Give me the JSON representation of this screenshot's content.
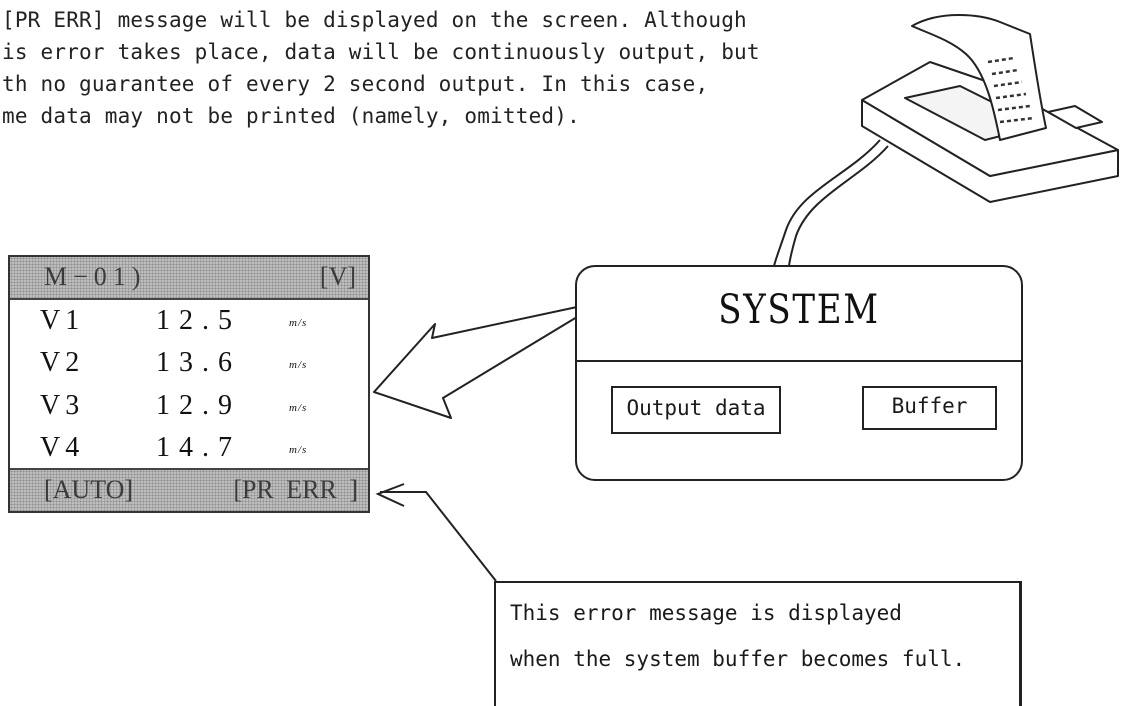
{
  "intro": {
    "lines": [
      "[PR ERR] message will be displayed on the screen. Although",
      "is error takes place, data will be continuously output, but",
      "th no guarantee of every 2 second output. In this case,",
      "me data may not be printed (namely, omitted)."
    ]
  },
  "lcd": {
    "header_left": "M−01)",
    "header_right": "[V]",
    "rows": [
      {
        "label": "V1",
        "value": "12.5",
        "unit": "m/s"
      },
      {
        "label": "V2",
        "value": "13.6",
        "unit": "m/s"
      },
      {
        "label": "V3",
        "value": "12.9",
        "unit": "m/s"
      },
      {
        "label": "V4",
        "value": "14.7",
        "unit": "m/s"
      }
    ],
    "footer_left": "[AUTO]",
    "footer_right": "[PR ERR ]"
  },
  "system": {
    "title": "SYSTEM",
    "output_label": "Output data",
    "buffer_label": "Buffer"
  },
  "note": {
    "line1": "This error message is displayed",
    "line2": "when the system buffer becomes full."
  },
  "icons": {
    "printer": "printer-icon"
  }
}
